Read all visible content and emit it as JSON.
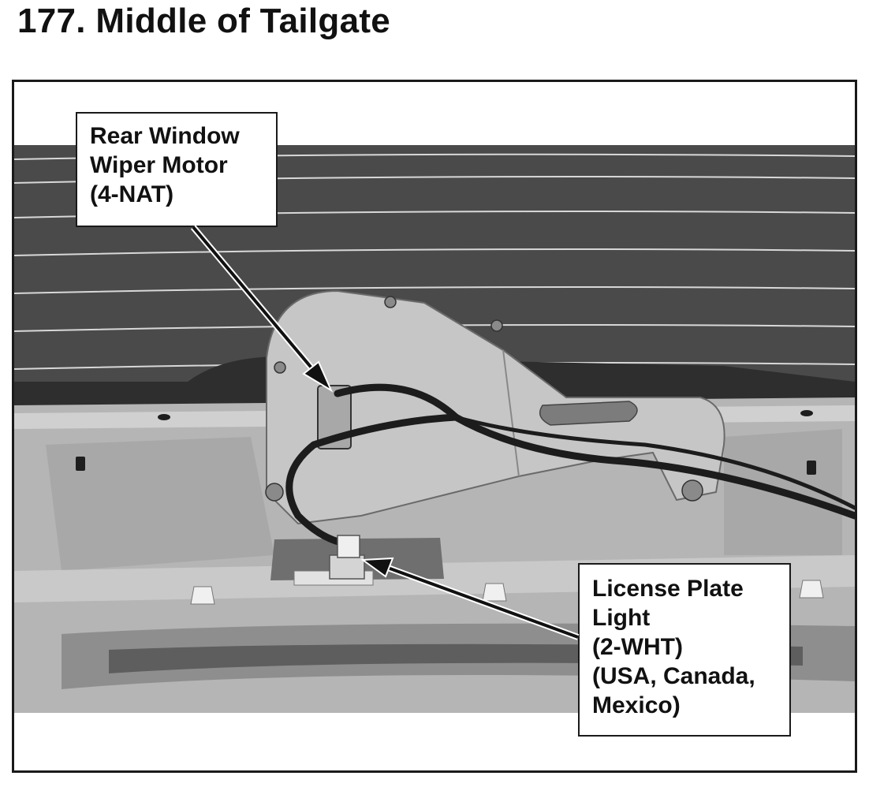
{
  "title": "177.  Middle of Tailgate",
  "callouts": {
    "wiper_motor": {
      "lines": [
        "Rear Window",
        "Wiper Motor",
        "(4-NAT)"
      ]
    },
    "license_plate_light": {
      "lines": [
        "License Plate",
        "Light",
        "(2-WHT)",
        "(USA, Canada,",
        "Mexico)"
      ]
    }
  },
  "colors": {
    "glass": "#4a4a4a",
    "panel": "#b9b9b9",
    "bracket": "#c8c8c8",
    "harness": "#1c1c1c",
    "connector": "#e2e2e2"
  }
}
